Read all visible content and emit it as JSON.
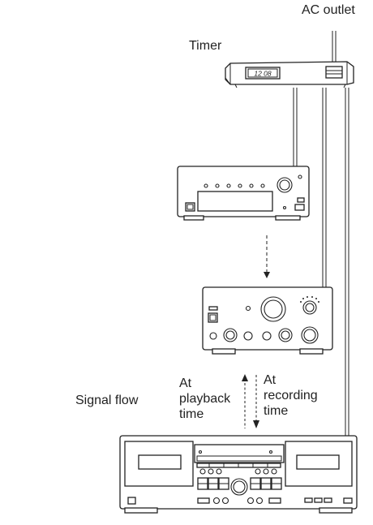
{
  "labels": {
    "ac_outlet": "AC outlet",
    "timer": "Timer",
    "timer_display": "12 08",
    "signal_flow": "Signal flow",
    "playback": [
      "At",
      "playback",
      "time"
    ],
    "recording": [
      "At",
      "recording",
      "time"
    ]
  },
  "devices": [
    "ac-outlet-plug",
    "timer",
    "cd-player",
    "amplifier",
    "cassette-deck"
  ],
  "colors": {
    "line": "#222222",
    "background": "#ffffff"
  }
}
